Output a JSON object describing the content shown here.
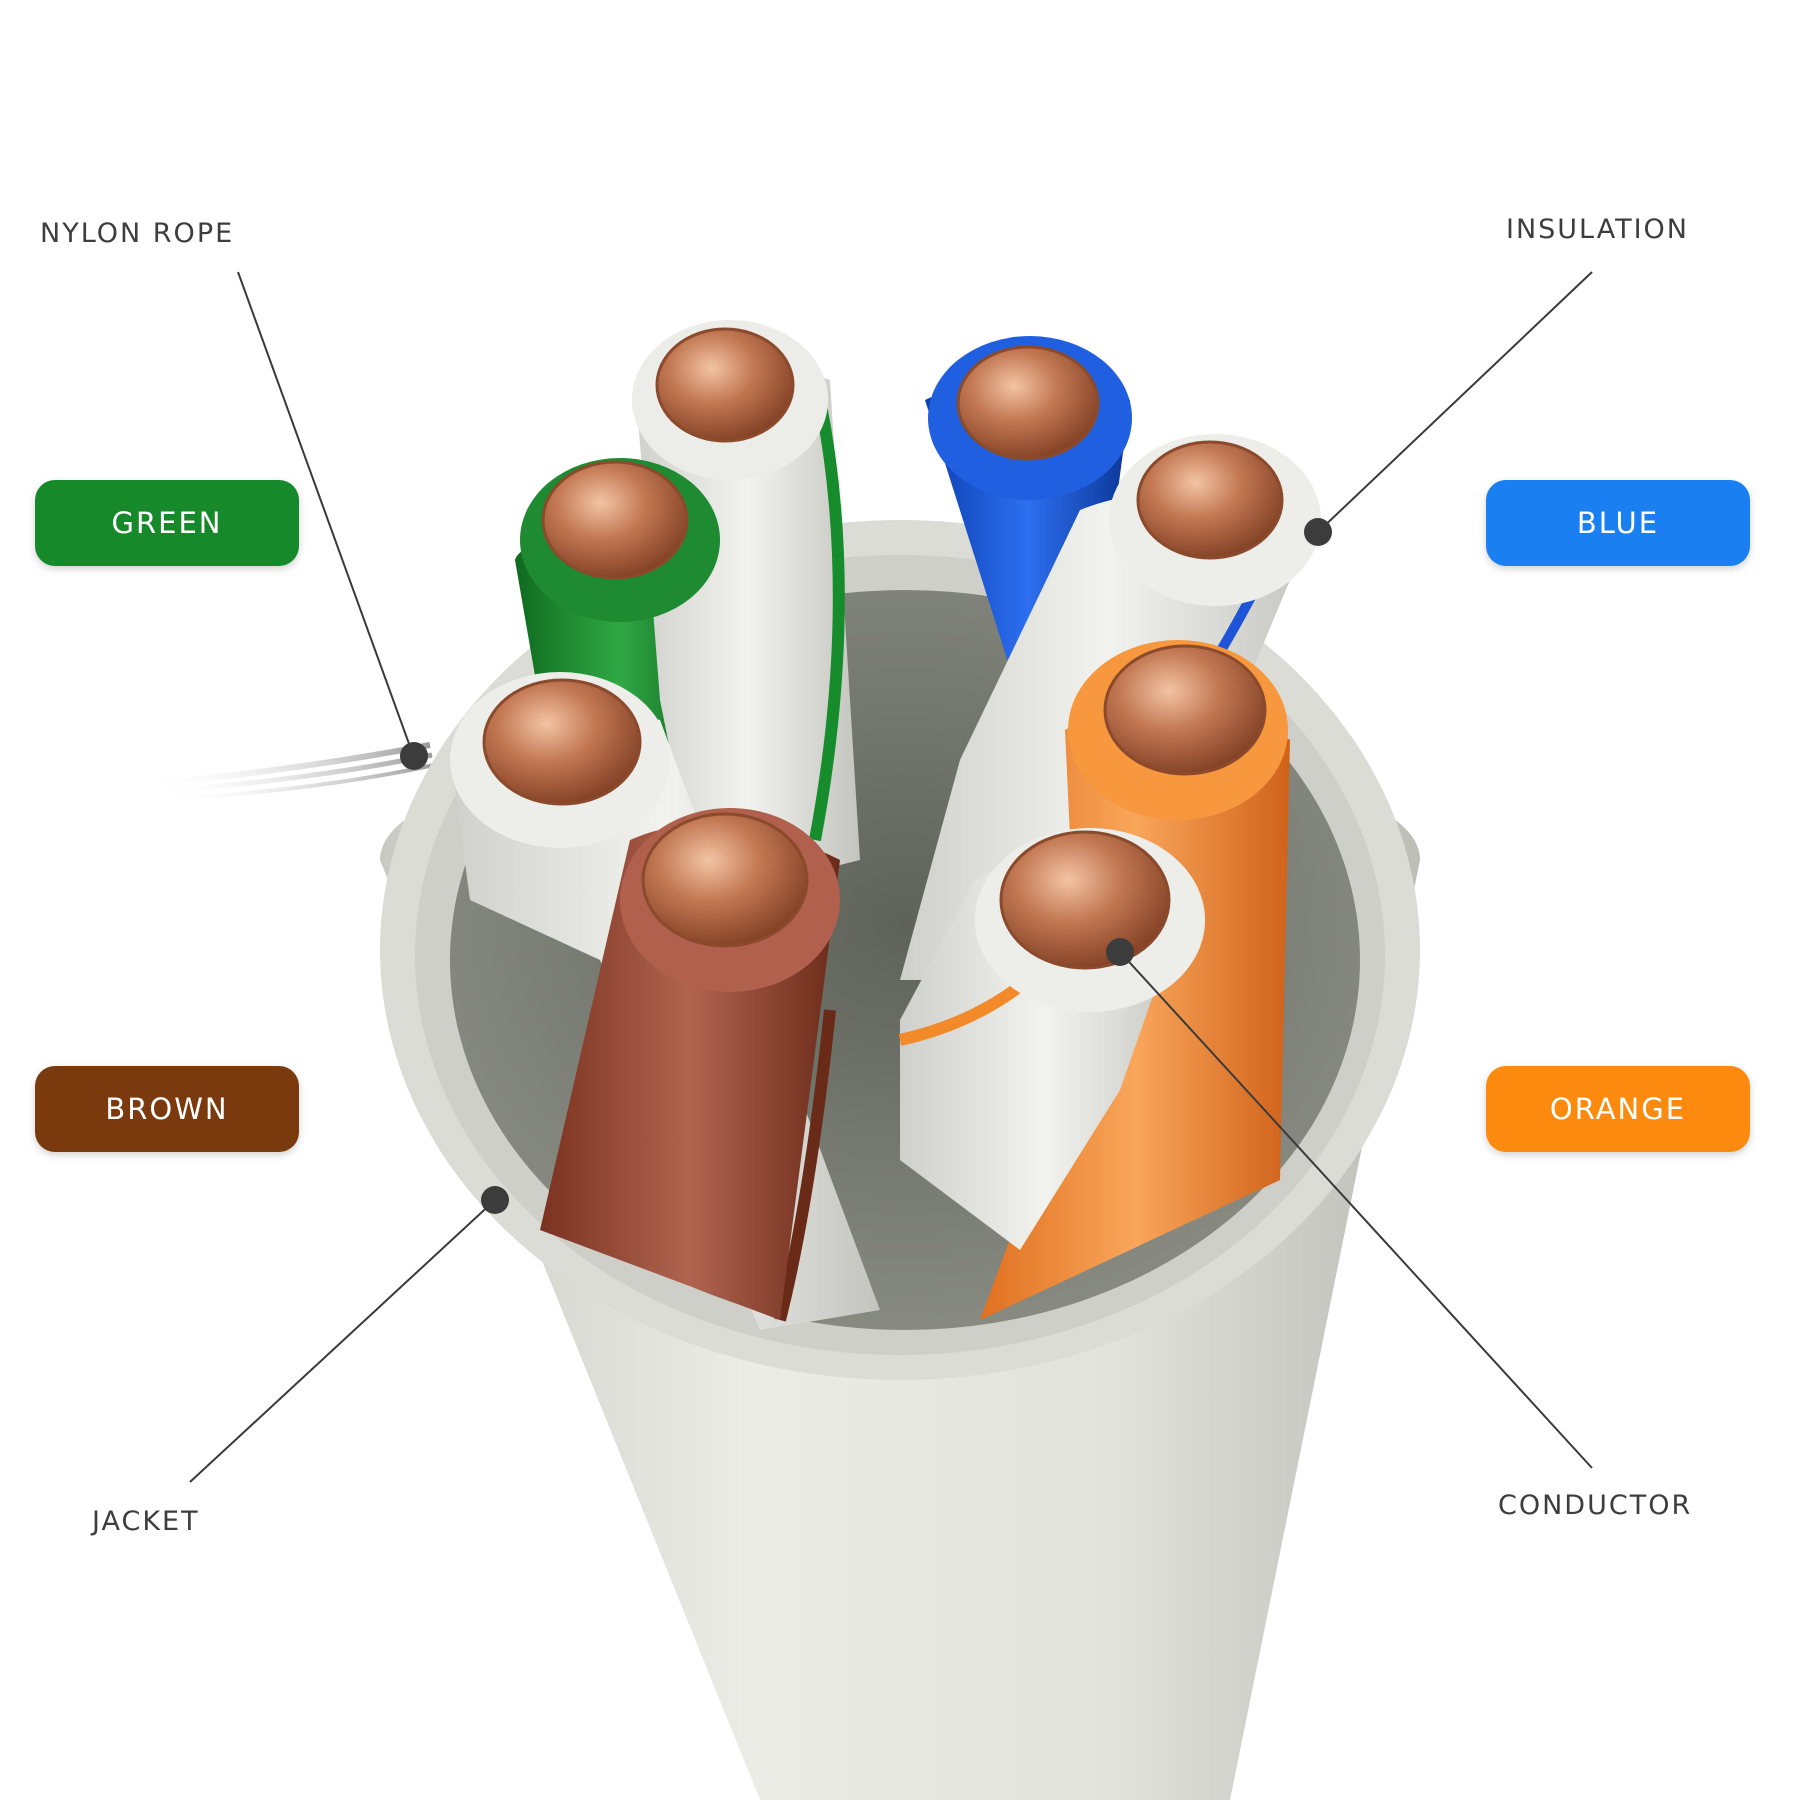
{
  "callouts": {
    "nylon_rope": "NYLON ROPE",
    "insulation": "INSULATION",
    "jacket": "JACKET",
    "conductor": "CONDUCTOR"
  },
  "color_tags": {
    "green": {
      "label": "GREEN",
      "color": "#168a2b"
    },
    "blue": {
      "label": "BLUE",
      "color": "#1a7ff0"
    },
    "brown": {
      "label": "BROWN",
      "color": "#7a3a0e"
    },
    "orange": {
      "label": "ORANGE",
      "color": "#fb8a0e"
    }
  },
  "colors": {
    "jacket": "#e2e2dc",
    "copper": "#c07a55",
    "leader_line": "#3a3a3a"
  }
}
